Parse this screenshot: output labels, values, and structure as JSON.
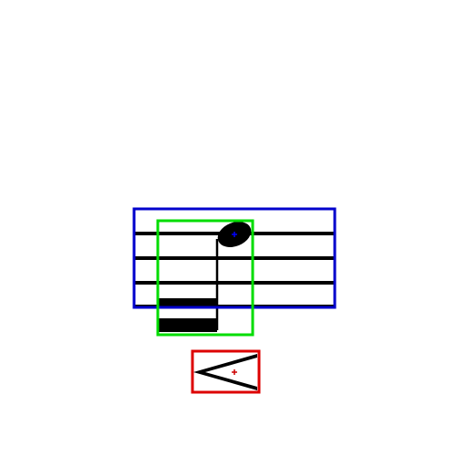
{
  "colors": {
    "background": "#ffffff",
    "ink": "#000000",
    "staff_box": "#0000cc",
    "note_box": "#00dd00",
    "accent_box": "#dd0000",
    "notehead_marker": "#0000ff",
    "accent_marker": "#cc0000"
  },
  "staff": {
    "line_count": 4
  },
  "note": {
    "stem_direction": "down",
    "beams": 2
  },
  "accent": {
    "symbol": "accent-mark"
  }
}
